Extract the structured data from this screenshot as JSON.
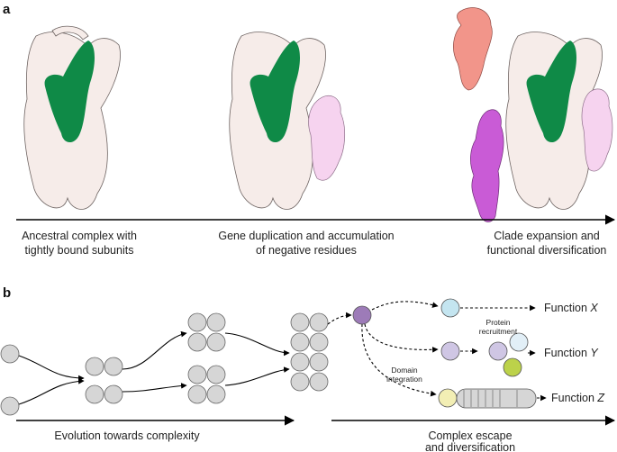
{
  "panel_a": {
    "label": "a",
    "stages": [
      {
        "line1": "Ancestral complex with",
        "line2": "tightly bound subunits"
      },
      {
        "line1": "Gene duplication and accumulation",
        "line2": "of negative residues"
      },
      {
        "line1": "Clade expansion and",
        "line2": "functional diversification"
      }
    ]
  },
  "panel_b": {
    "label": "b",
    "axis_left": "Evolution towards complexity",
    "axis_right_line1": "Complex escape",
    "axis_right_line2": "and diversification",
    "annotation_protein_1": "Protein",
    "annotation_protein_2": "recruitment",
    "annotation_domain_1": "Domain",
    "annotation_domain_2": "integration",
    "functions": [
      {
        "prefix": "Function ",
        "letter": "X"
      },
      {
        "prefix": "Function ",
        "letter": "Y"
      },
      {
        "prefix": "Function ",
        "letter": "Z"
      }
    ]
  },
  "colors": {
    "scaffold": "#f6ece9",
    "scaffold_edge": "#6e6462",
    "core_subunit": "#0f8a47",
    "light_pink_subunit": "#f6d3ef",
    "salmon_subunit": "#f2958a",
    "magenta_subunit": "#c95bd6",
    "grey_circle": "#d6d6d6",
    "purple_circle": "#9d7bb8",
    "blue_circle": "#c4e5f0",
    "lavender_circle": "#cfc6e4",
    "lime_circle": "#bcd24a",
    "cream_circle": "#f2eeb4"
  }
}
